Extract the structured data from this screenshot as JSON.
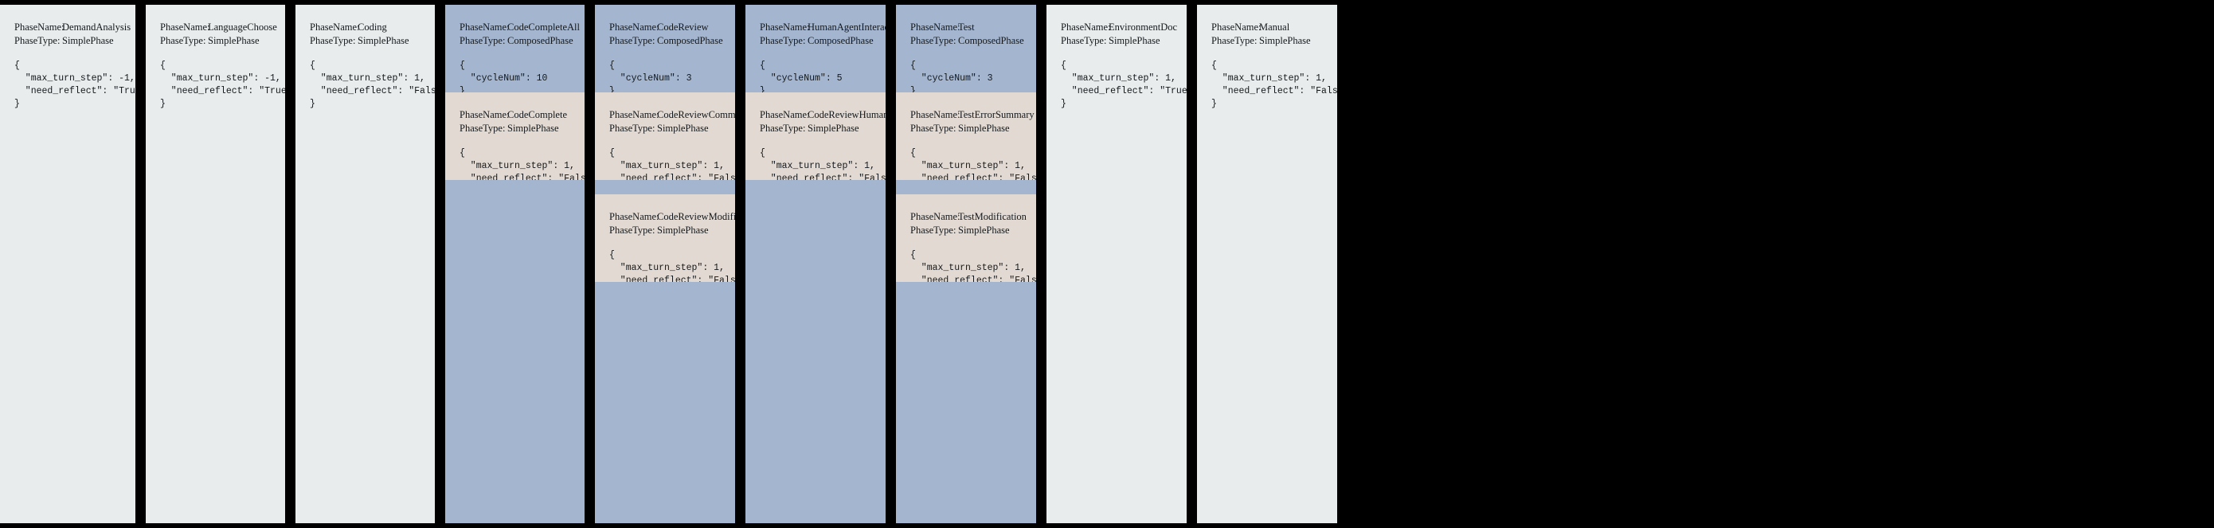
{
  "colors": {
    "background": "#000000",
    "simple_card": "#e9ecec",
    "composed_header": "#a3b5cf",
    "sub_phase": "#e2dad2",
    "text": "#14181c"
  },
  "labels": {
    "phase_name_key": "PhaseName:",
    "phase_type_key": "PhaseType:",
    "brace_open": "{",
    "brace_close": "}"
  },
  "phase_types": {
    "simple": "SimplePhase",
    "composed": "ComposedPhase"
  },
  "cards": [
    {
      "id": "demand-analysis",
      "phase_name": "DemandAnalysis",
      "phase_type": "SimplePhase",
      "kind": "simple",
      "config_lines": [
        "{",
        "  \"max_turn_step\": -1,",
        "  \"need_reflect\": \"True\"",
        "}"
      ],
      "config": {
        "max_turn_step": "-1",
        "need_reflect": "True"
      },
      "sub_phases": []
    },
    {
      "id": "language-choose",
      "phase_name": "LanguageChoose",
      "phase_type": "SimplePhase",
      "kind": "simple",
      "config_lines": [
        "{",
        "  \"max_turn_step\": -1,",
        "  \"need_reflect\": \"True\"",
        "}"
      ],
      "config": {
        "max_turn_step": "-1",
        "need_reflect": "True"
      },
      "sub_phases": []
    },
    {
      "id": "coding",
      "phase_name": "Coding",
      "phase_type": "SimplePhase",
      "kind": "simple",
      "config_lines": [
        "{",
        "  \"max_turn_step\": 1,",
        "  \"need_reflect\": \"False\"",
        "}"
      ],
      "config": {
        "max_turn_step": "1",
        "need_reflect": "False"
      },
      "sub_phases": []
    },
    {
      "id": "code-complete-all",
      "phase_name": "CodeCompleteAll",
      "phase_type": "ComposedPhase",
      "kind": "composed",
      "config_lines": [
        "{",
        "  \"cycleNum\": 10",
        "}"
      ],
      "config": {
        "cycleNum": "10"
      },
      "sub_phases": [
        {
          "id": "code-complete",
          "phase_name": "CodeComplete",
          "phase_type": "SimplePhase",
          "config_lines": [
            "{",
            "  \"max_turn_step\": 1,",
            "  \"need_reflect\": \"False\"",
            "}"
          ],
          "config": {
            "max_turn_step": "1",
            "need_reflect": "False"
          }
        }
      ]
    },
    {
      "id": "code-review",
      "phase_name": "CodeReview",
      "phase_type": "ComposedPhase",
      "kind": "composed",
      "config_lines": [
        "{",
        "  \"cycleNum\": 3",
        "}"
      ],
      "config": {
        "cycleNum": "3"
      },
      "sub_phases": [
        {
          "id": "code-review-comment",
          "phase_name": "CodeReviewComment",
          "phase_type": "SimplePhase",
          "config_lines": [
            "{",
            "  \"max_turn_step\": 1,",
            "  \"need_reflect\": \"False\"",
            "}"
          ],
          "config": {
            "max_turn_step": "1",
            "need_reflect": "False"
          }
        },
        {
          "id": "code-review-modification",
          "phase_name": "CodeReviewModification",
          "phase_type": "SimplePhase",
          "config_lines": [
            "{",
            "  \"max_turn_step\": 1,",
            "  \"need_reflect\": \"False\"",
            "}"
          ],
          "config": {
            "max_turn_step": "1",
            "need_reflect": "False"
          }
        }
      ]
    },
    {
      "id": "human-agent-interaction",
      "phase_name": "HumanAgentInteraction",
      "phase_type": "ComposedPhase",
      "kind": "composed",
      "config_lines": [
        "{",
        "  \"cycleNum\": 5",
        "}"
      ],
      "config": {
        "cycleNum": "5"
      },
      "sub_phases": [
        {
          "id": "code-review-human",
          "phase_name": "CodeReviewHuman",
          "phase_type": "SimplePhase",
          "config_lines": [
            "{",
            "  \"max_turn_step\": 1,",
            "  \"need_reflect\": \"False\"",
            "}"
          ],
          "config": {
            "max_turn_step": "1",
            "need_reflect": "False"
          }
        }
      ]
    },
    {
      "id": "test",
      "phase_name": "Test",
      "phase_type": "ComposedPhase",
      "kind": "composed",
      "config_lines": [
        "{",
        "  \"cycleNum\": 3",
        "}"
      ],
      "config": {
        "cycleNum": "3"
      },
      "sub_phases": [
        {
          "id": "test-error-summary",
          "phase_name": "TestErrorSummary",
          "phase_type": "SimplePhase",
          "config_lines": [
            "{",
            "  \"max_turn_step\": 1,",
            "  \"need_reflect\": \"False\"",
            "}"
          ],
          "config": {
            "max_turn_step": "1",
            "need_reflect": "False"
          }
        },
        {
          "id": "test-modification",
          "phase_name": "TestModification",
          "phase_type": "SimplePhase",
          "config_lines": [
            "{",
            "  \"max_turn_step\": 1,",
            "  \"need_reflect\": \"False\"",
            "}"
          ],
          "config": {
            "max_turn_step": "1",
            "need_reflect": "False"
          }
        }
      ]
    },
    {
      "id": "environment-doc",
      "phase_name": "EnvironmentDoc",
      "phase_type": "SimplePhase",
      "kind": "simple",
      "config_lines": [
        "{",
        "  \"max_turn_step\": 1,",
        "  \"need_reflect\": \"True\"",
        "}"
      ],
      "config": {
        "max_turn_step": "1",
        "need_reflect": "True"
      },
      "sub_phases": []
    },
    {
      "id": "manual",
      "phase_name": "Manual",
      "phase_type": "SimplePhase",
      "kind": "simple",
      "config_lines": [
        "{",
        "  \"max_turn_step\": 1,",
        "  \"need_reflect\": \"False\"",
        "}"
      ],
      "config": {
        "max_turn_step": "1",
        "need_reflect": "False"
      },
      "sub_phases": []
    }
  ]
}
